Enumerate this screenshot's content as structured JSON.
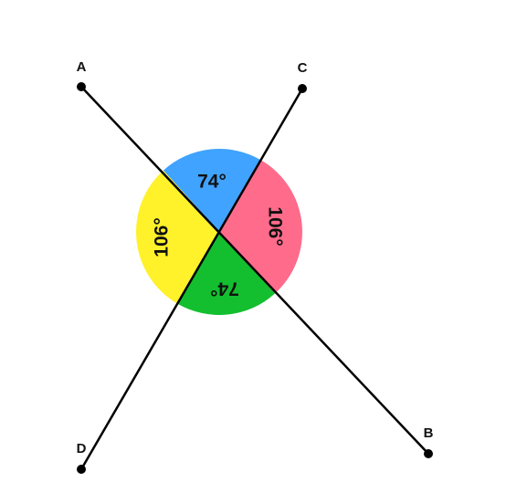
{
  "points": [
    {
      "id": "A",
      "label": "A"
    },
    {
      "id": "B",
      "label": "B"
    },
    {
      "id": "C",
      "label": "C"
    },
    {
      "id": "D",
      "label": "D"
    }
  ],
  "segments": [
    {
      "from": "A",
      "to": "B"
    },
    {
      "from": "C",
      "to": "D"
    }
  ],
  "angles": {
    "top": {
      "label": "74°",
      "color": "#3fa3ff"
    },
    "right": {
      "label": "106°",
      "color": "#ff6b8b"
    },
    "bottom": {
      "label": "74°",
      "color": "#13bf2f"
    },
    "left": {
      "label": "106°",
      "color": "#fff12a"
    }
  },
  "colors": {
    "line": "#000000",
    "point": "#000000"
  }
}
